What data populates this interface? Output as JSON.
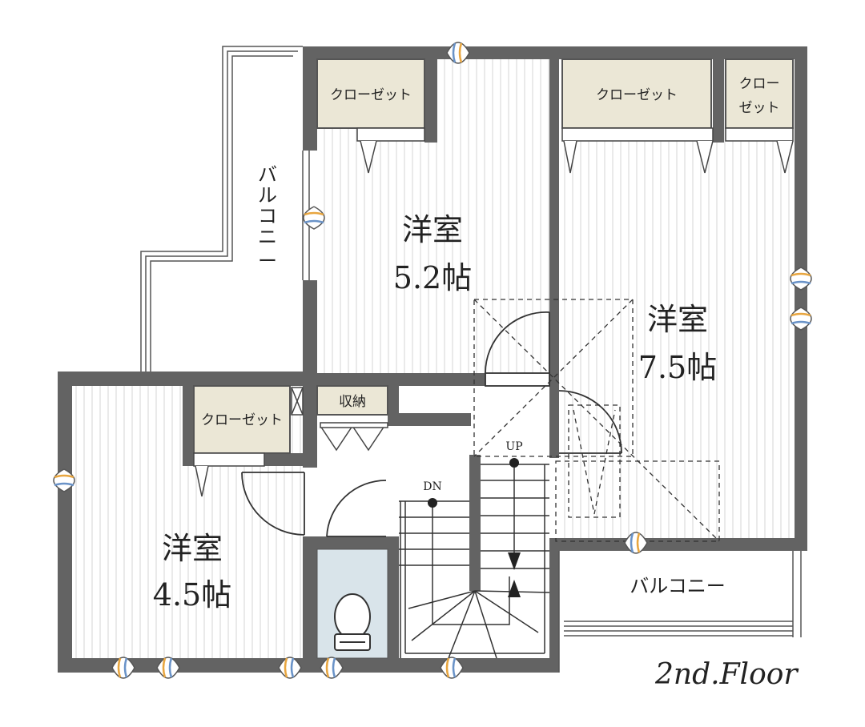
{
  "rooms": {
    "room_top": {
      "name": "洋室",
      "size": "5.2帖"
    },
    "room_right": {
      "name": "洋室",
      "size": "7.5帖"
    },
    "room_left": {
      "name": "洋室",
      "size": "4.5帖"
    }
  },
  "closets": {
    "top": "クローゼット",
    "right_main": "クローゼット",
    "right_small_line1": "クロー",
    "right_small_line2": "ゼット",
    "left": "クローゼット"
  },
  "storage": "収納",
  "balcony_left": [
    "バ",
    "ル",
    "コ",
    "ニ",
    "ー"
  ],
  "balcony_bottom": "バルコニー",
  "stairs": {
    "up": "UP",
    "down": "DN"
  },
  "floor_label": "2nd.Floor",
  "colors": {
    "wall": "#636363",
    "closet_fill": "#ebe7d6",
    "bath_fill": "#d9e4ea",
    "window_blue": "#6a93c8",
    "window_orange": "#e8a640"
  },
  "icons": [
    "window-vent-icon",
    "toilet-icon",
    "door-swing-icon"
  ]
}
